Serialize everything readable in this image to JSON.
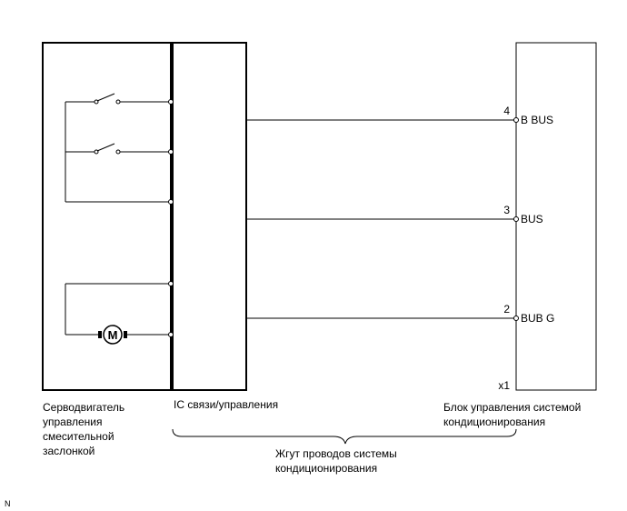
{
  "servo": {
    "label_lines": [
      "Серводвигатель",
      "управления",
      "смесительной",
      "заслонкой"
    ]
  },
  "ic": {
    "label": "IC связи/управления"
  },
  "motor": {
    "symbol": "M"
  },
  "ecu": {
    "label_lines": [
      "Блок управления системой",
      "кондиционирования"
    ],
    "connector": "x1",
    "pins": [
      {
        "number": "4",
        "name": "B BUS"
      },
      {
        "number": "3",
        "name": "BUS"
      },
      {
        "number": "2",
        "name": "BUB G"
      }
    ]
  },
  "harness": {
    "label_lines": [
      "Жгут проводов системы",
      "кондиционирования"
    ]
  },
  "footer": {
    "code": "N"
  }
}
